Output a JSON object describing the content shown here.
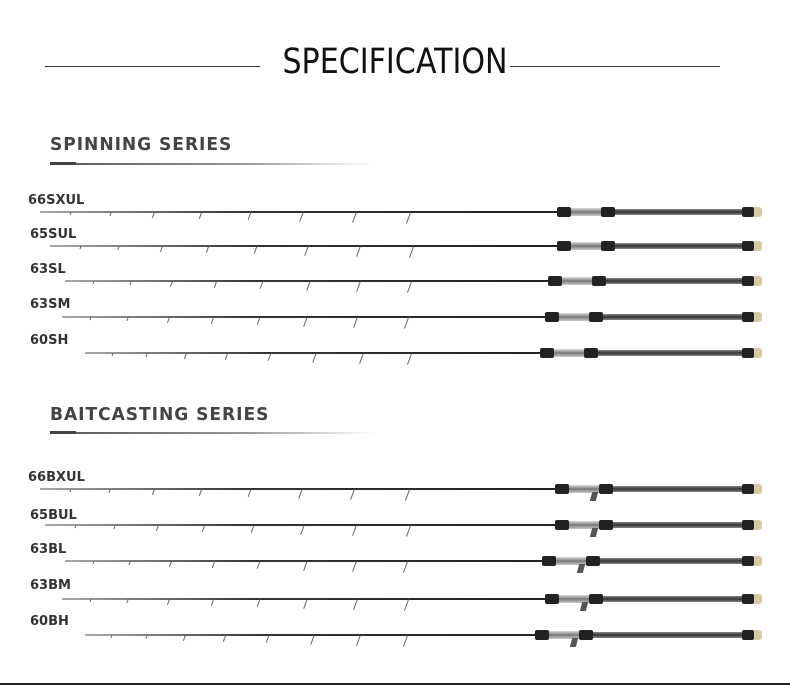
{
  "title": "SPECIFICATION",
  "spinning": {
    "heading": "SPINNING SERIES",
    "models": [
      "66SXUL",
      "65SUL",
      "63SL",
      "63SM",
      "60SH"
    ]
  },
  "baitcasting": {
    "heading": "BAITCASTING SERIES",
    "models": [
      "66BXUL",
      "65BUL",
      "63BL",
      "63BM",
      "60BH"
    ]
  }
}
